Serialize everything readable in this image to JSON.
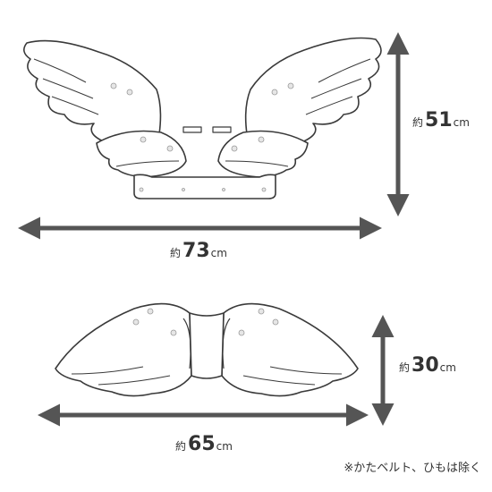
{
  "top_view": {
    "width": {
      "prefix": "約",
      "value": "73",
      "unit": "cm"
    },
    "height": {
      "prefix": "約",
      "value": "51",
      "unit": "cm"
    }
  },
  "folded_view": {
    "width": {
      "prefix": "約",
      "value": "65",
      "unit": "cm"
    },
    "height": {
      "prefix": "約",
      "value": "30",
      "unit": "cm"
    }
  },
  "note": "※かたベルト、ひもは除く",
  "colors": {
    "outline": "#3a3a3a",
    "arrow": "#555555",
    "fill": "#ffffff"
  }
}
